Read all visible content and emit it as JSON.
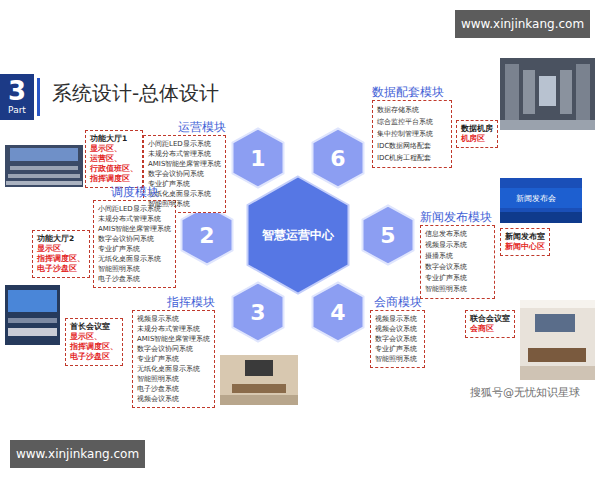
{
  "diagram": {
    "title": "系统设计-总体设计",
    "nodes": [
      {
        "text": [
          "3",
          "Part"
        ]
      },
      {
        "text": [
          "智慧运营中心"
        ]
      },
      {
        "text": [
          "1"
        ]
      },
      {
        "text": [
          "2"
        ]
      },
      {
        "text": [
          "3"
        ]
      },
      {
        "text": [
          "4"
        ]
      },
      {
        "text": [
          "5"
        ]
      },
      {
        "text": [
          "6"
        ]
      },
      {
        "text": [
          "功能大厅1",
          "显示区、",
          "运营区、",
          "行政值班区、",
          "指挥调度区"
        ]
      },
      {
        "text": [
          "运营模块",
          "小间距LED显示系统",
          "未规分布式管理系统",
          "AMIS智能坐席管理系统",
          "数字会议协同系统",
          "专业扩声系统",
          "无纸化桌面显示系统",
          "智能照明系统"
        ]
      },
      {
        "text": [
          "功能大厅2",
          "显示区、",
          "指挥调度区、",
          "电子沙盘区"
        ]
      },
      {
        "text": [
          "调度模块",
          "小间距LED显示系统",
          "未规分布式管理系统",
          "AMIS智能坐席管理系统",
          "数字会议协同系统",
          "专业扩声系统",
          "无纸化桌面显示系统",
          "智能照明系统",
          "电子沙盘系统"
        ]
      },
      {
        "text": [
          "首长会议室",
          "显示区、",
          "指挥调度区、",
          "电子沙盘区"
        ]
      },
      {
        "text": [
          "指挥模块",
          "视频显示系统",
          "未规分布式管理系统",
          "AMIS智能坐席管理系统",
          "数字会议协同系统",
          "专业扩声系统",
          "无纸化桌面显示系统",
          "智能照明系统",
          "电子沙盘系统",
          "视频会议系统"
        ]
      },
      {
        "text": [
          "数据配套模块",
          "数据存储系统",
          "综合监控平台系统",
          "集中控制管理系统",
          "IDC数据网络配套",
          "IDC机房工程配套"
        ]
      },
      {
        "text": [
          "数据机房",
          "机房区"
        ]
      },
      {
        "text": [
          "新闻发布模块",
          "信息发布系统",
          "视频显示系统",
          "摄播系统",
          "数字会议系统",
          "专业扩声系统",
          "智能照明系统"
        ]
      },
      {
        "text": [
          "新闻发布室",
          "新闻中心区"
        ]
      },
      {
        "text": [
          "会商模块",
          "视频显示系统",
          "视频会议系统",
          "数字会议系统",
          "专业扩声系统",
          "智能照明系统"
        ]
      },
      {
        "text": [
          "联合会议室",
          "会商区"
        ]
      }
    ],
    "labels": [
      "www.xinjinkang.com",
      "新闻发布会",
      "搜狐号@无忧知识星球",
      "www.xinjinkang.com"
    ]
  }
}
